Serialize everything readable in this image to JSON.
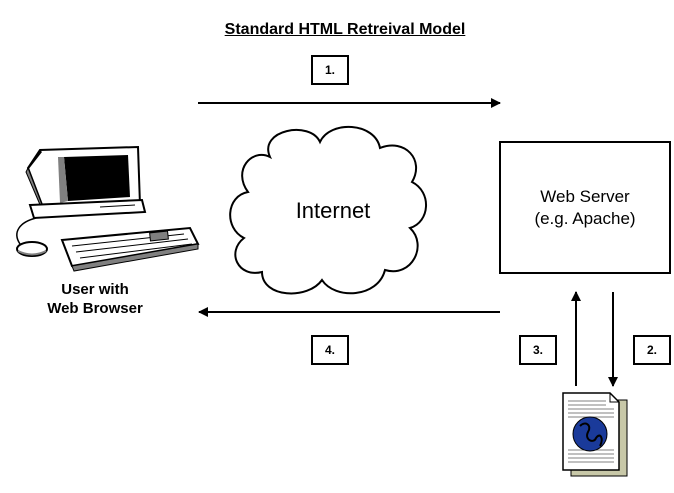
{
  "title": "Standard HTML Retreival Model",
  "steps": {
    "s1": "1.",
    "s2": "2.",
    "s3": "3.",
    "s4": "4."
  },
  "internet_label": "Internet",
  "server": {
    "line1": "Web Server",
    "line2": "(e.g. Apache)"
  },
  "client": {
    "line1": "User with",
    "line2": "Web Browser"
  },
  "icons": {
    "computer": "computer-icon",
    "document": "html-document-icon",
    "cloud": "cloud-shape"
  },
  "colors": {
    "ink": "#000000",
    "screen": "#000000",
    "casing": "#ffffff",
    "shade": "#808080",
    "globe": "#1a3a9a",
    "doc_shadow": "#c8c8a8"
  }
}
